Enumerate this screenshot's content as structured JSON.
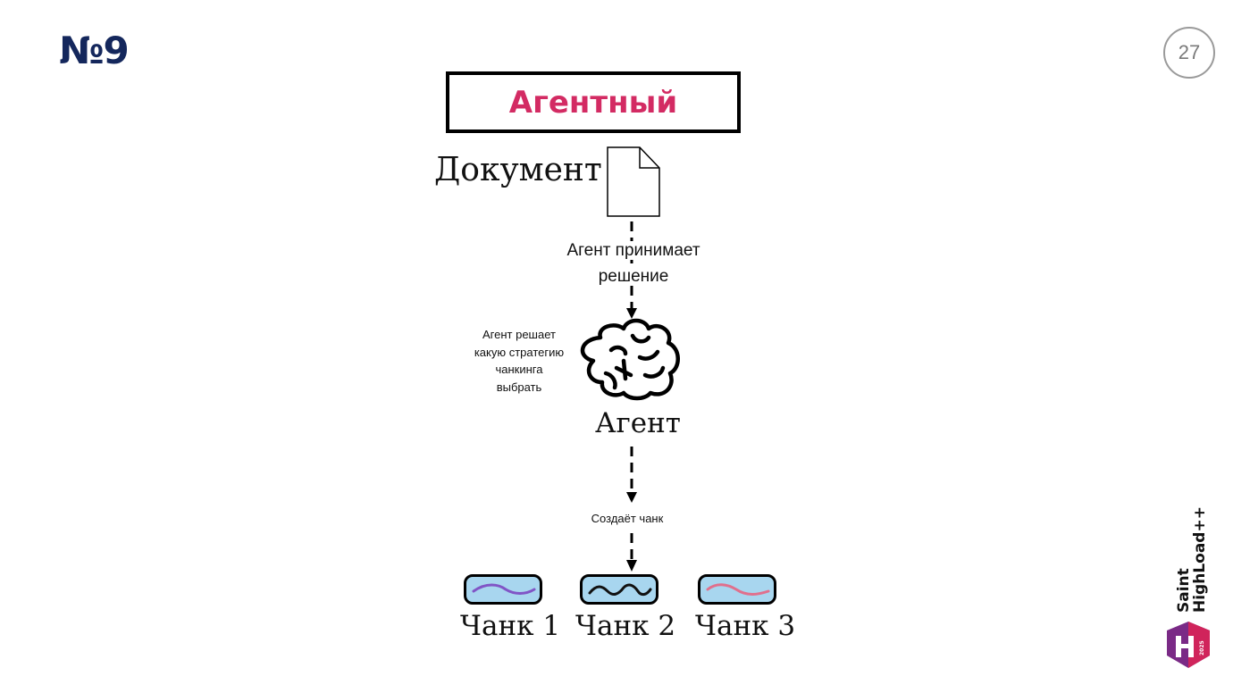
{
  "header": {
    "slide_number": "№9",
    "page_number": "27"
  },
  "diagram": {
    "title": "Агентный",
    "document_label": "Документ",
    "decision_line1": "Агент принимает",
    "decision_line2": "решение",
    "strategy_note": [
      "Агент решает",
      "какую стратегию",
      "чанкинга",
      "выбрать"
    ],
    "agent_label": "Агент",
    "creates_label": "Создаёт чанк",
    "chunks": [
      {
        "label": "Чанк 1",
        "wave_color": "#8155c6"
      },
      {
        "label": "Чанк 2",
        "wave_color": "#111111"
      },
      {
        "label": "Чанк 3",
        "wave_color": "#e0708d"
      }
    ]
  },
  "brand": {
    "line1": "Saint",
    "line2": "HighLoad++",
    "year": "2025"
  },
  "colors": {
    "title_accent": "#d32b63",
    "slide_number": "#14275c",
    "chunk_fill": "#a8d6ef"
  }
}
